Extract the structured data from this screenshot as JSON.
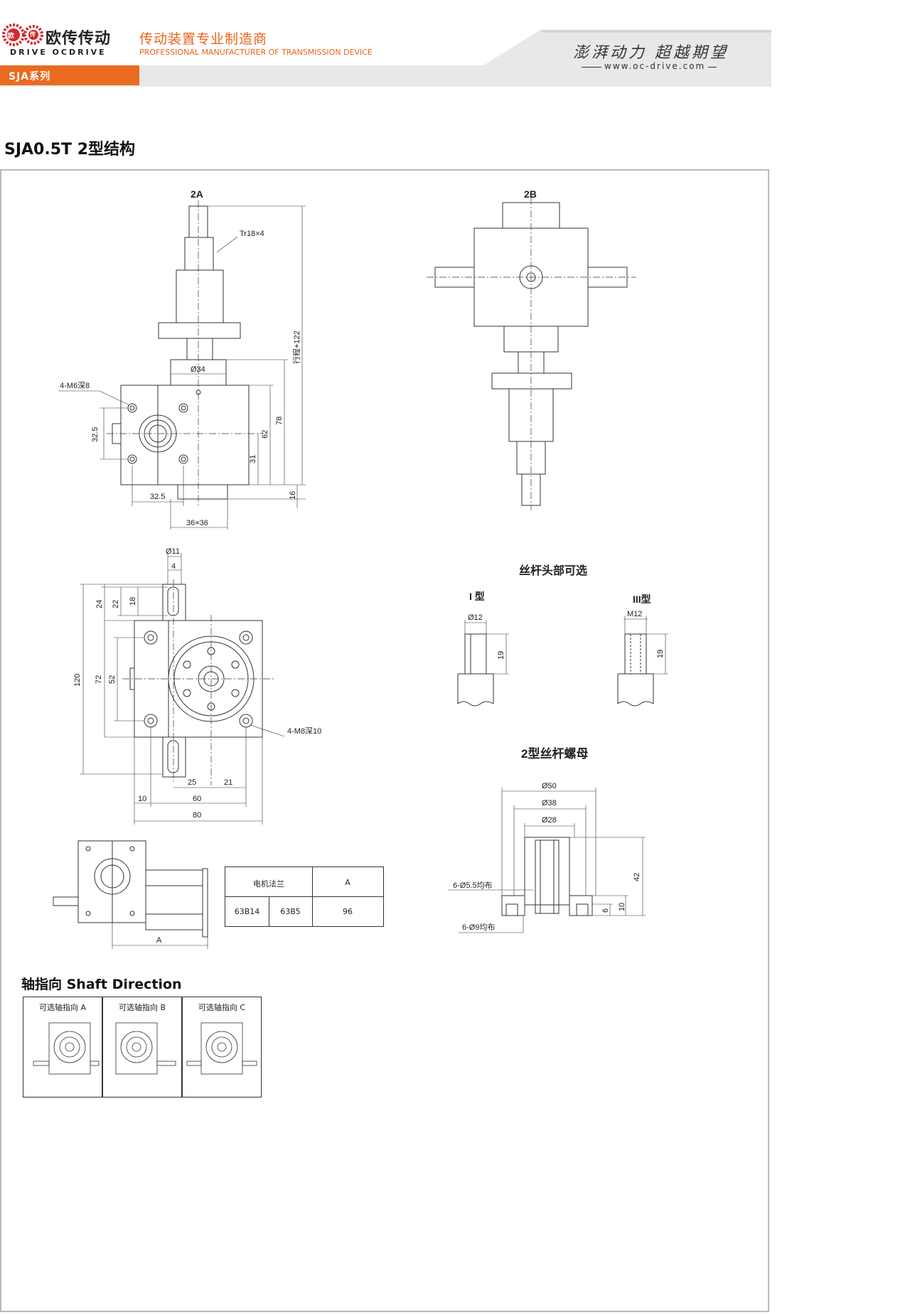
{
  "header": {
    "logo_cn": "欧传传动",
    "logo_en": "DRIVE OCDRIVE",
    "logo_badge_left": "欧",
    "logo_badge_right": "传",
    "tagline_cn": "传动装置专业制造商",
    "tagline_en": "PROFESSIONAL MANUFACTURER OF TRANSMISSION DEVICE",
    "slogan": "澎湃动力 超越期望",
    "website": "www.oc-drive.com",
    "series_tab": "SJA系列"
  },
  "page_title": "SJA0.5T 2型结构",
  "view_2a": {
    "title": "2A",
    "thread": "Tr18×4",
    "stroke": "行程+122",
    "dia34": "Ø34",
    "holes": "4-M6深8",
    "d32_5_v": "32.5",
    "d62": "62",
    "d78": "78",
    "d31": "31",
    "d32_5_h": "32.5",
    "d16": "16",
    "d36x36": "36×36"
  },
  "view_2b": {
    "title": "2B"
  },
  "top_view": {
    "d11": "Ø11",
    "d4": "4",
    "d24": "24",
    "d22": "22",
    "d18": "18",
    "d120": "120",
    "d72": "72",
    "d52": "52",
    "holes": "4-M8深10",
    "d10": "10",
    "d25": "25",
    "d21": "21",
    "d60": "60",
    "d80": "80"
  },
  "screw_head": {
    "title": "丝杆头部可选",
    "type1": "I 型",
    "type1_dia": "Ø12",
    "type1_len": "19",
    "type3": "III型",
    "type3_thread": "M12",
    "type3_len": "19"
  },
  "nut": {
    "title": "2型丝杆螺母",
    "d50": "Ø50",
    "d38": "Ø38",
    "d28": "Ø28",
    "holes1": "6-Ø5.5均布",
    "holes2": "6-Ø9均布",
    "h42": "42",
    "h10": "10",
    "h6": "6"
  },
  "motor_view": {
    "dim_a": "A"
  },
  "flange_table": {
    "header_flange": "电机法兰",
    "header_a": "A",
    "col1": "63B14",
    "col2": "63B5",
    "value": "96"
  },
  "shaft_direction": {
    "title": "轴指向 Shaft Direction",
    "options": [
      "可选轴指向 A",
      "可选轴指向 B",
      "可选轴指向 C"
    ]
  }
}
